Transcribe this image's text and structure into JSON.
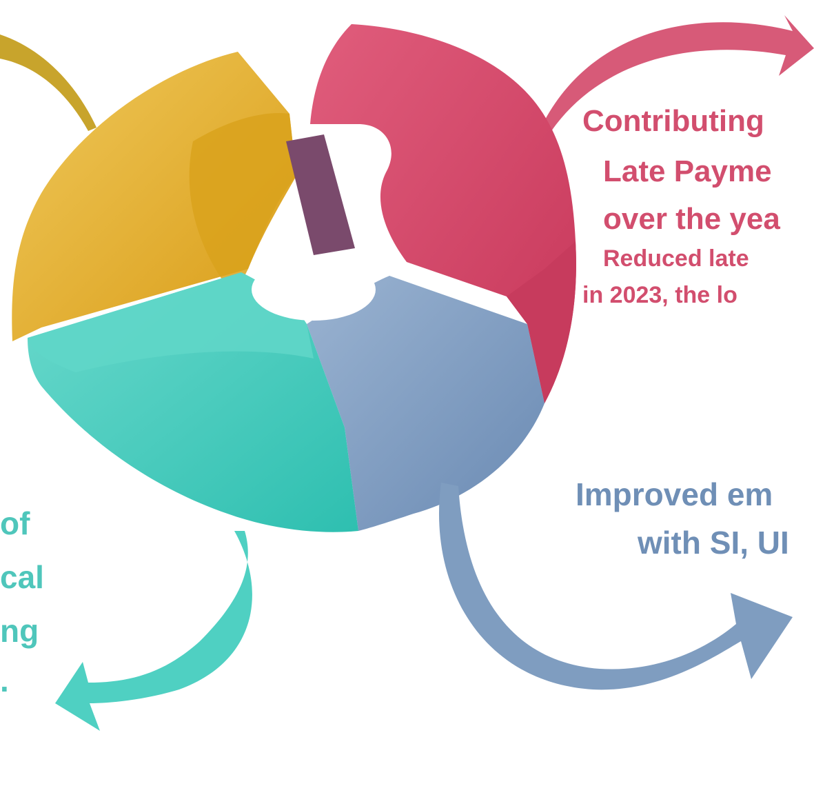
{
  "colors": {
    "yellow": "#e9b22c",
    "pink": "#d9506f",
    "purple": "#7a4a6c",
    "blue": "#7f9dc0",
    "teal": "#49cfc0",
    "arrow_gold": "#c8a42c"
  },
  "pink_callout": {
    "line1": "Contributing",
    "line2": "Late Payme",
    "line3": "over the yea",
    "line4": "Reduced late",
    "line5": "in 2023, the lo"
  },
  "blue_callout": {
    "line1": "Improved em",
    "line2": "with SI, UI"
  },
  "teal_callout": {
    "line1": "of",
    "line2": "cal",
    "line3": "ng",
    "line4": "."
  }
}
